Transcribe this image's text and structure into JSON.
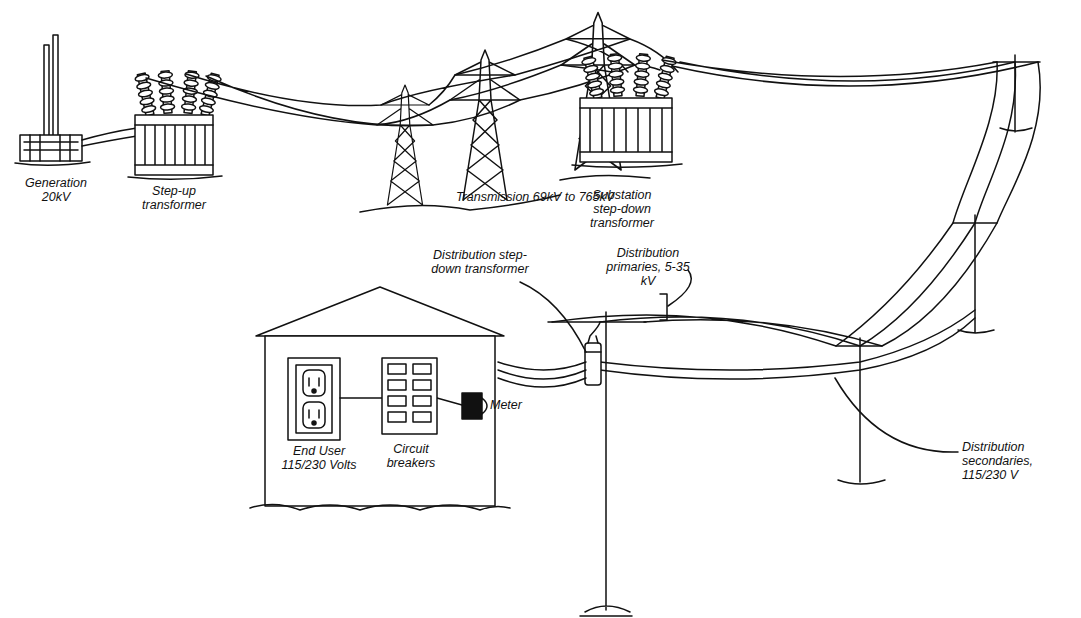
{
  "diagram": {
    "labels": [
      "Generation 20kV",
      "Step-up transformer",
      "Transmission 69kV to 765kV",
      "Substation step-down transformer",
      "Distribution step-down transformer",
      "Distribution primaries, 5-35 kV",
      "Distribution secondaries, 115/230 V",
      "End User 115/230 Volts",
      "Circuit breakers",
      "Meter"
    ]
  }
}
